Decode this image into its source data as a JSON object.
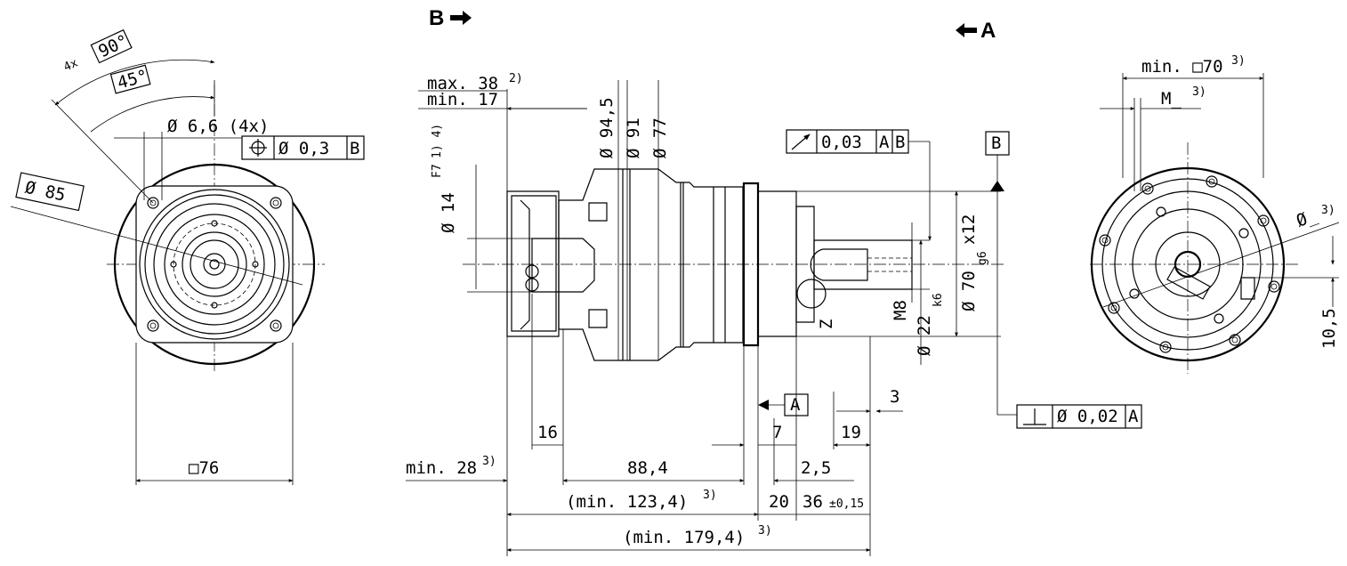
{
  "views": {
    "view_b_label": "B",
    "view_a_label": "A"
  },
  "left_view": {
    "angle_count": "4x",
    "angle_90": "90°",
    "angle_45": "45°",
    "hole_dia": "Ø 6,6 (4x)",
    "pos_tol_value": "Ø 0,3",
    "pos_tol_datum": "B",
    "pitch_dia": "Ø 85",
    "square": "□76"
  },
  "side_view": {
    "shaft_max": "max. 38",
    "shaft_max_note": "2)",
    "shaft_min": "min. 17",
    "dia_input": "Ø 14",
    "dia_input_tol": "F7",
    "dia_input_note": "1) 4)",
    "dia_94": "Ø 94,5",
    "dia_91": "Ø 91",
    "dia_77": "Ø 77",
    "runout_value": "0,03",
    "runout_datum_a": "A",
    "runout_datum_b": "B",
    "datum_b": "B",
    "datum_a": "A",
    "flange_dia": "Ø 70",
    "flange_tol": "g6",
    "flange_suffix": "x12",
    "thread": "M8",
    "out_dia": "Ø 22",
    "out_tol": "k6",
    "centre_label": "Z",
    "perp_value": "Ø 0,02",
    "perp_datum": "A",
    "dim_16": "16",
    "dim_7": "7",
    "dim_3": "3",
    "dim_19": "19",
    "dim_min28": "min. 28",
    "dim_min28_note": "3)",
    "dim_88": "88,4",
    "dim_2_5": "2,5",
    "dim_123": "(min. 123,4)",
    "dim_123_note": "3)",
    "dim_20": "20",
    "dim_36": "36",
    "dim_36_tol": "±0,15",
    "dim_179": "(min. 179,4)",
    "dim_179_note": "3)"
  },
  "right_view": {
    "square": "min. □70",
    "square_note": "3)",
    "thread": "M_",
    "thread_note": "3)",
    "dia": "Ø_",
    "dia_note": "3)",
    "dim_10_5": "10,5"
  }
}
